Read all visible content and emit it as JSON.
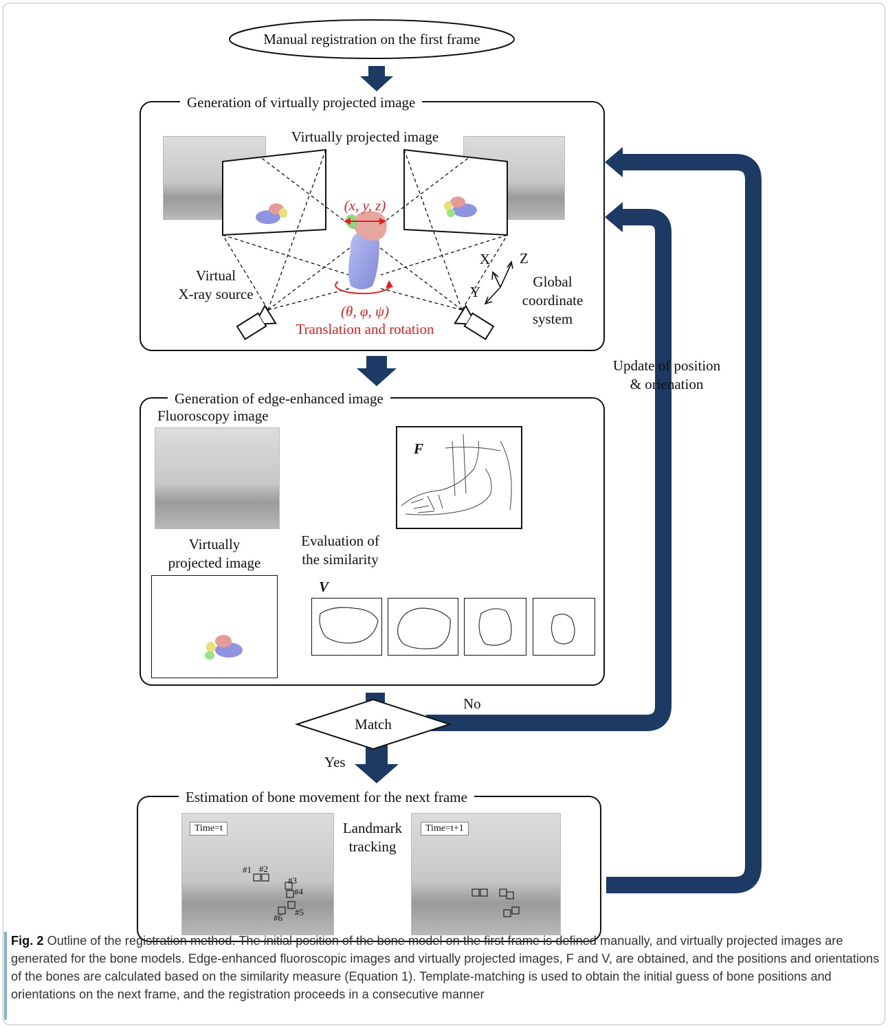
{
  "start_step": "Manual registration on the first frame",
  "panels": [
    {
      "title": "Generation of virtually projected image",
      "labels": {
        "virtual_image": "Virtually projected image",
        "translation": "(x, y, z)",
        "rotation": "(θ, φ, ψ)",
        "transform": "Translation and rotation",
        "source_line1": "Virtual",
        "source_line2": "X-ray source",
        "axis_x": "X",
        "axis_y": "Y",
        "axis_z": "Z",
        "coord_line1": "Global",
        "coord_line2": "coordinate",
        "coord_line3": "system"
      }
    },
    {
      "title": "Generation of edge-enhanced image",
      "labels": {
        "fluoroscopy": "Fluoroscopy image",
        "F": "F",
        "V": "V",
        "eval_line1": "Evaluation of",
        "eval_line2": "the similarity",
        "virtual_line1": "Virtually",
        "virtual_line2": "projected image"
      }
    },
    {
      "title": "Estimation of bone movement for the next frame",
      "labels": {
        "time_t": "Time=t",
        "time_t1": "Time=t+1",
        "tracking_line1": "Landmark",
        "tracking_line2": "tracking"
      },
      "landmarks": [
        "#1",
        "#2",
        "#3",
        "#4",
        "#5",
        "#6"
      ]
    }
  ],
  "decision": {
    "label": "Match",
    "no": "No",
    "yes": "Yes"
  },
  "feedback": {
    "update_line1": "Update of position",
    "update_line2": "& orienation"
  },
  "caption": {
    "label": "Fig. 2",
    "text": "Outline of the registration method. The initial position of the bone model on the first frame is defined manually, and virtually projected images are generated for the bone models. Edge-enhanced fluoroscopic images and virtually projected images, F and V, are obtained, and the positions and orientations of the bones are calculated based on the similarity measure (Equation 1). Template-matching is used to obtain the initial guess of bone positions and orientations on the next frame, and the registration proceeds in a consecutive manner"
  },
  "colors": {
    "arrow": "#1c3a64",
    "highlight": "#e02020",
    "caption_accent": "#7ab8c8"
  }
}
